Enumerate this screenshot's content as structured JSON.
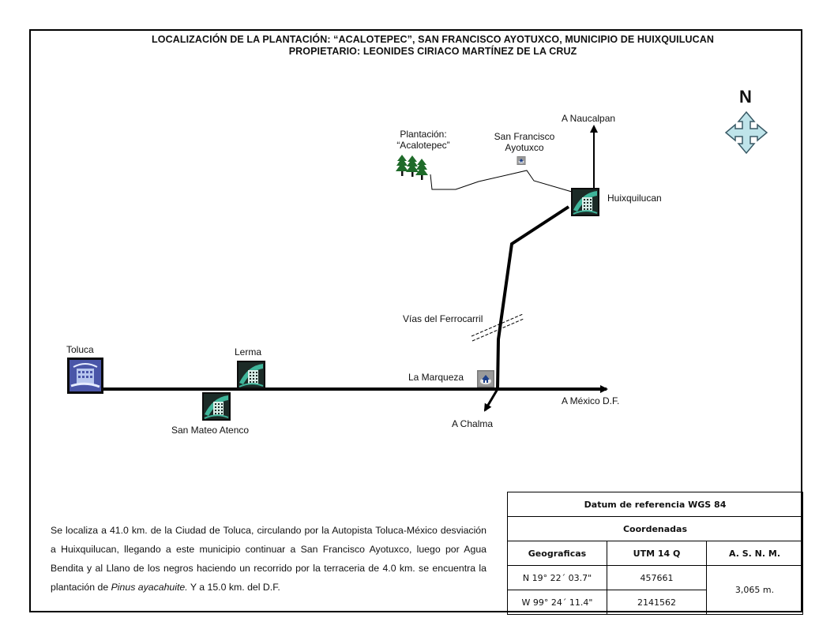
{
  "title": {
    "line1": "LOCALIZACIÓN DE LA PLANTACIÓN: “ACALOTEPEC”, SAN FRANCISCO AYOTUXCO, MUNICIPIO DE HUIXQUILUCAN",
    "line2": "PROPIETARIO: LEONIDES CIRIACO MARTÍNEZ DE LA CRUZ"
  },
  "compass": {
    "letter": "N",
    "icon": "compass-arrows-icon"
  },
  "places": {
    "toluca": "Toluca",
    "lerma": "Lerma",
    "san_mateo": "San Mateo Atenco",
    "la_marqueza": "La Marqueza",
    "a_chalma": "A Chalma",
    "a_mexico": "A México D.F.",
    "vias": "Vías del Ferrocarril",
    "huixquilucan": "Huixquilucan",
    "a_naucalpan": "A Naucalpan",
    "san_francisco_1": "San Francisco",
    "san_francisco_2": "Ayotuxco",
    "plantacion_1": "Plantación:",
    "plantacion_2": "“Acalotepec”"
  },
  "description": {
    "text1": "Se localiza a 41.0 km. de la Ciudad de Toluca, circulando por la Autopista Toluca-México desviación a Huixquilucan, llegando a este municipio continuar a San Francisco Ayotuxco, luego por Agua Bendita y al Llano de los negros haciendo un recorrido por la terraceria de 4.0 km. se encuentra la plantación de ",
    "species": "Pinus ayacahuite.",
    "text2": " Y a 15.0 km. del D.F."
  },
  "coords_table": {
    "datum": "Datum de referencia WGS 84",
    "coordenadas": "Coordenadas",
    "headers": [
      "Geograficas",
      "UTM 14 Q",
      "A. S. N. M."
    ],
    "rows": [
      [
        "N 19° 22´ 03.7\"",
        "457661"
      ],
      [
        "W 99° 24´ 11.4\"",
        "2141562"
      ]
    ],
    "altitude": "3,065 m."
  }
}
